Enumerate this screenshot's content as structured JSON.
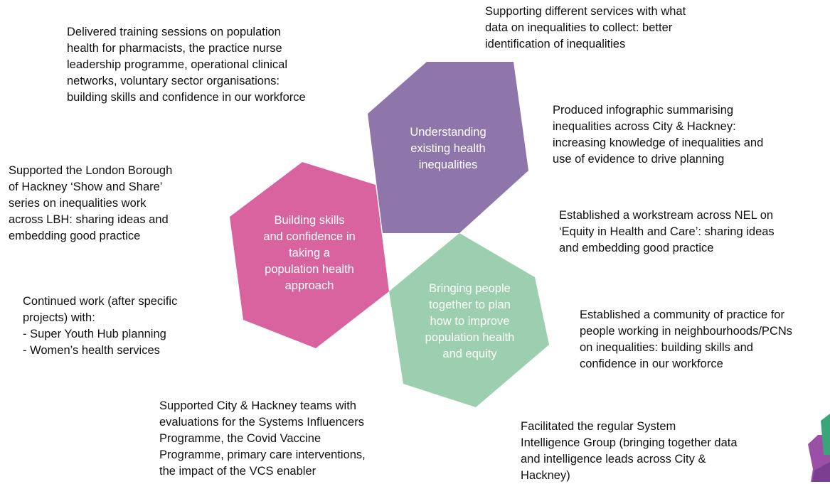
{
  "hexagons": [
    {
      "id": "understanding",
      "label": "Understanding\nexisting health\ninequalities",
      "color": "#8f76aa"
    },
    {
      "id": "building",
      "label": "Building skills\nand confidence in\ntaking a\npopulation health\napproach",
      "color": "#d8639f"
    },
    {
      "id": "bringing",
      "label": "Bringing people\ntogether to plan\nhow to improve\npopulation health\nand equity",
      "color": "#9ccfaf"
    }
  ],
  "notes": {
    "top_center": "Delivered training sessions on population\nhealth for pharmacists, the practice nurse\nleadership programme, operational clinical\nnetworks, voluntary sector organisations:\nbuilding skills and confidence in our workforce",
    "top_right": "Supporting different services with what\ndata on inequalities to collect: better\nidentification of inequalities",
    "right_1": "Produced infographic summarising\ninequalities across City & Hackney:\nincreasing knowledge of inequalities and\nuse of evidence to drive planning",
    "left_1": "Supported the London Borough\nof Hackney ‘Show and Share’\nseries on inequalities work\nacross LBH: sharing ideas and\nembedding good practice",
    "right_2": "Established a workstream across NEL on\n‘Equity in Health and Care’: sharing ideas\nand embedding good practice",
    "left_2": "Continued work (after specific\nprojects) with:\n- Super Youth Hub planning\n- Women’s health services",
    "right_3": "Established a community of practice for\npeople working in neighbourhoods/PCNs\non inequalities: building skills and\nconfidence in our workforce",
    "bottom_center": "Supported City & Hackney teams with\nevaluations for the Systems Influencers\nProgramme, the Covid Vaccine\nProgramme, primary care interventions,\nthe impact of the VCS enabler",
    "bottom_right": "Facilitated the regular System\nIntelligence Group (bringing together data\nand intelligence leads across City &\nHackney)"
  },
  "logo": {
    "colors": [
      "#9c4fa6",
      "#3ba57a",
      "#7a3f90"
    ]
  }
}
